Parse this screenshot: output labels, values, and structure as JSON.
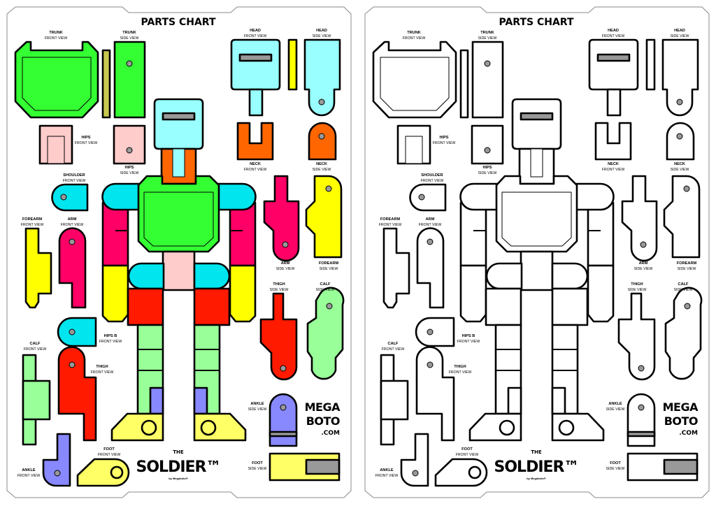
{
  "sheets": [
    {
      "title": "PARTS CHART",
      "variant": "color"
    },
    {
      "title": "PARTS CHART",
      "variant": "outline"
    }
  ],
  "labels": {
    "trunk_front": [
      "TRUNK",
      "FRONT VIEW"
    ],
    "trunk_side": [
      "TRUNK",
      "SIDE VIEW"
    ],
    "head_front": [
      "HEAD",
      "FRONT VIEW"
    ],
    "head_side": [
      "HEAD",
      "SIDE VIEW"
    ],
    "hips_front": [
      "HIPS",
      "FRONT VIEW"
    ],
    "hips_side": [
      "HIPS",
      "SIDE VIEW"
    ],
    "neck_front": [
      "NECK",
      "FRONT VIEW"
    ],
    "neck_side": [
      "NECK",
      "SIDE VIEW"
    ],
    "shoulder_front": [
      "SHOULDER",
      "FRONT VIEW"
    ],
    "forearm_front": [
      "FOREARM",
      "FRONT VIEW"
    ],
    "arm_front": [
      "ARM",
      "FRONT VIEW"
    ],
    "arm_side": [
      "ARM",
      "SIDE VIEW"
    ],
    "forearm_side": [
      "FOREARM",
      "SIDE VIEW"
    ],
    "thigh_side": [
      "THIGH",
      "SIDE VIEW"
    ],
    "calf_side": [
      "CALF",
      "SIDE VIEW"
    ],
    "hipsb_front": [
      "HIPS B",
      "FRONT VIEW"
    ],
    "calf_front": [
      "CALF",
      "FRONT VIEW"
    ],
    "thigh_front": [
      "THIGH",
      "FRONT VIEW"
    ],
    "ankle_side": [
      "ANKLE",
      "SIDE VIEW"
    ],
    "ankle_front": [
      "ANKLE",
      "FRONT VIEW"
    ],
    "foot_front": [
      "FOOT",
      "FRONT VIEW"
    ],
    "foot_side": [
      "FOOT",
      "SIDE VIEW"
    ]
  },
  "brand": {
    "the": "THE",
    "name": "SOLDIER™",
    "byline": "by Megaboto®",
    "logo_line1": "MEGA",
    "logo_line2": "BOTO",
    "logo_line3": ".COM"
  },
  "colors": {
    "green": "#33ff33",
    "olive": "#c8c850",
    "lightcyan": "#99ffff",
    "cyan": "#00e5ee",
    "orange": "#ff6600",
    "pink": "#ffcccc",
    "magenta": "#ff0066",
    "yellow": "#ffff00",
    "paleyellow": "#ffff66",
    "red": "#ff1a00",
    "mint": "#99ff99",
    "purple": "#8888ff",
    "gray": "#999999",
    "outline_fill": "#ffffff"
  }
}
